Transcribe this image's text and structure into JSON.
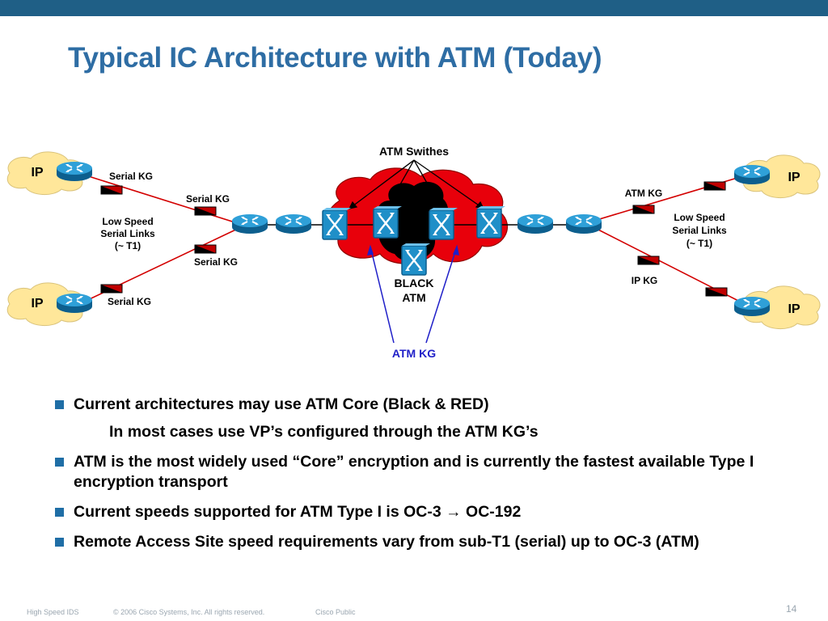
{
  "slide": {
    "title": "Typical IC Architecture with ATM (Today)",
    "colors": {
      "topbar": "#1f5f86",
      "title": "#2e6da4",
      "link_red": "#d30000",
      "cloud_red": "#e8000b",
      "black_atm": "#000000",
      "atm_kg_blue": "#1f1fc8",
      "ip_cloud": "#ffe79a",
      "router": "#1f8fc8"
    }
  },
  "diagram": {
    "atm_switches_label": "ATM Swithes",
    "black_atm_line1": "BLACK",
    "black_atm_line2": "ATM",
    "atm_kg_center": "ATM KG",
    "ip_labels": [
      "IP",
      "IP",
      "IP",
      "IP"
    ],
    "left": {
      "serial_kg_top_outer": "Serial KG",
      "serial_kg_top_inner": "Serial KG",
      "serial_kg_bottom_inner": "Serial KG",
      "serial_kg_bottom_outer": "Serial KG",
      "low_speed_1": "Low Speed",
      "low_speed_2": "Serial Links",
      "low_speed_3": "(~ T1)"
    },
    "right": {
      "atm_kg": "ATM KG",
      "ip_kg": "IP KG",
      "low_speed_1": "Low Speed",
      "low_speed_2": "Serial Links",
      "low_speed_3": "(~ T1)"
    }
  },
  "bullets": {
    "b1": "Current architectures may use ATM Core (Black & RED)",
    "b1_sub": "In most cases use VP’s configured through the ATM KG’s",
    "b2": "ATM is the most widely used “Core” encryption and is currently the fastest available Type I encryption transport",
    "b3": "Current speeds supported for ATM Type I is OC-3 → OC-192",
    "b4": "Remote Access Site speed requirements vary from sub-T1 (serial) up to OC-3 (ATM)"
  },
  "footer": {
    "left": "High Speed IDS",
    "copyright": "© 2006 Cisco Systems, Inc. All rights reserved.",
    "classification": "Cisco Public",
    "page": "14"
  }
}
